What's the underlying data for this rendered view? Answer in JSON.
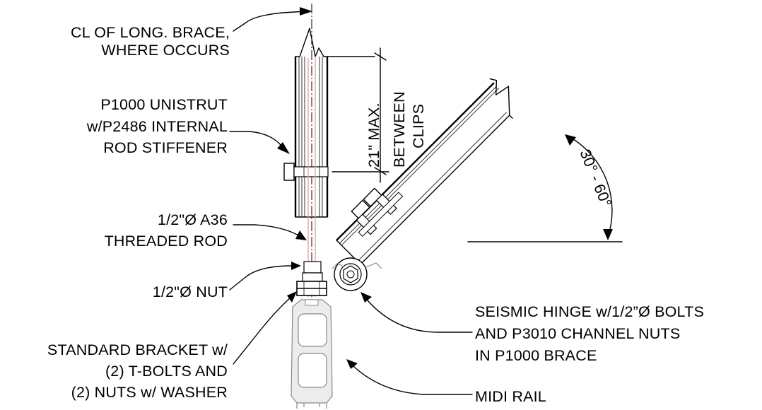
{
  "drawing": {
    "labels": {
      "cl_line1": "CL OF LONG. BRACE,",
      "cl_line2": "WHERE OCCURS",
      "unistrut_line1": "P1000 UNISTRUT",
      "unistrut_line2": "w/P2486 INTERNAL",
      "unistrut_line3": "ROD STIFFENER",
      "rod_line1": "1/2\"Ø A36",
      "rod_line2": "THREADED ROD",
      "nut": "1/2\"Ø NUT",
      "bracket_line1": "STANDARD BRACKET w/",
      "bracket_line2": "(2) T-BOLTS AND",
      "bracket_line3": "(2) NUTS w/ WASHER",
      "hinge_line1": "SEISMIC HINGE w/1/2”Ø BOLTS",
      "hinge_line2": "AND P3010 CHANNEL NUTS",
      "hinge_line3": "IN P1000 BRACE",
      "midi_rail": "MIDI RAIL",
      "dim_line1": "21\" MAX.",
      "dim_line2": "BETWEEN",
      "dim_line3": "CLIPS",
      "angle": "30° - 60°"
    }
  }
}
